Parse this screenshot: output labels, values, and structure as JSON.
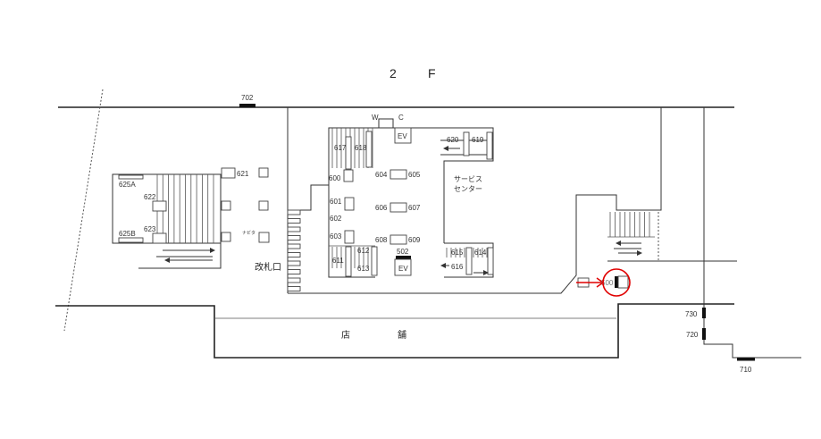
{
  "floor": {
    "level": "2",
    "unit": "F"
  },
  "labels": {
    "exit_702": "702",
    "exit_710": "710",
    "exit_720": "720",
    "exit_730": "730",
    "w": "W",
    "c": "C",
    "ev_top": "EV",
    "ev_bottom": "EV",
    "ev_502": "502",
    "ticket_gate": "改札口",
    "navita": "ナビタ",
    "service_center_line1": "サービス",
    "service_center_line2": "センター",
    "shop_1": "店",
    "shop_2": "舗",
    "n621": "621",
    "n622": "622",
    "n623": "623",
    "n625a": "625A",
    "n625b": "625B",
    "n600": "600",
    "n601": "601",
    "n602": "602",
    "n603": "603",
    "n604": "604",
    "n605": "605",
    "n606": "606",
    "n607": "607",
    "n608": "608",
    "n609": "609",
    "n611": "611",
    "n612": "612",
    "n613": "613",
    "n614": "614",
    "n615": "615",
    "n616": "616",
    "n617": "617",
    "n618": "618",
    "n619": "619",
    "n620": "620",
    "n500": "500"
  },
  "colors": {
    "highlight": "#e00000",
    "line": "#333333"
  }
}
